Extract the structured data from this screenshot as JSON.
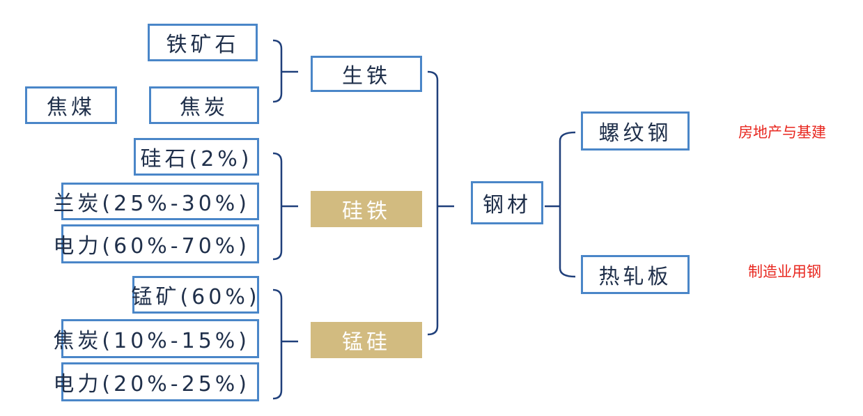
{
  "inputs": {
    "iron_ore": "铁矿石",
    "coking_coal": "焦煤",
    "coke": "焦炭",
    "silica": "硅石(2%)",
    "semi_coke": "兰炭(25%-30%)",
    "power_fesi": "电力(60%-70%)",
    "manganese_ore": "锰矿(60%)",
    "coke_simn": "焦炭(10%-15%)",
    "power_simn": "电力(20%-25%)"
  },
  "intermediates": {
    "pig_iron": "生铁",
    "ferrosilicon": "硅铁",
    "silicomanganese": "锰硅"
  },
  "center": {
    "steel": "钢材"
  },
  "products": {
    "rebar": "螺纹钢",
    "hot_rolled_coil": "热轧板"
  },
  "notes": {
    "rebar_use": "房地产与基建",
    "hrc_use": "制造业用钢"
  },
  "colors": {
    "box_border": "#4a86c8",
    "gold_fill": "#d2bb80",
    "connector": "#1f3f7a",
    "note_text": "#e8271f"
  }
}
